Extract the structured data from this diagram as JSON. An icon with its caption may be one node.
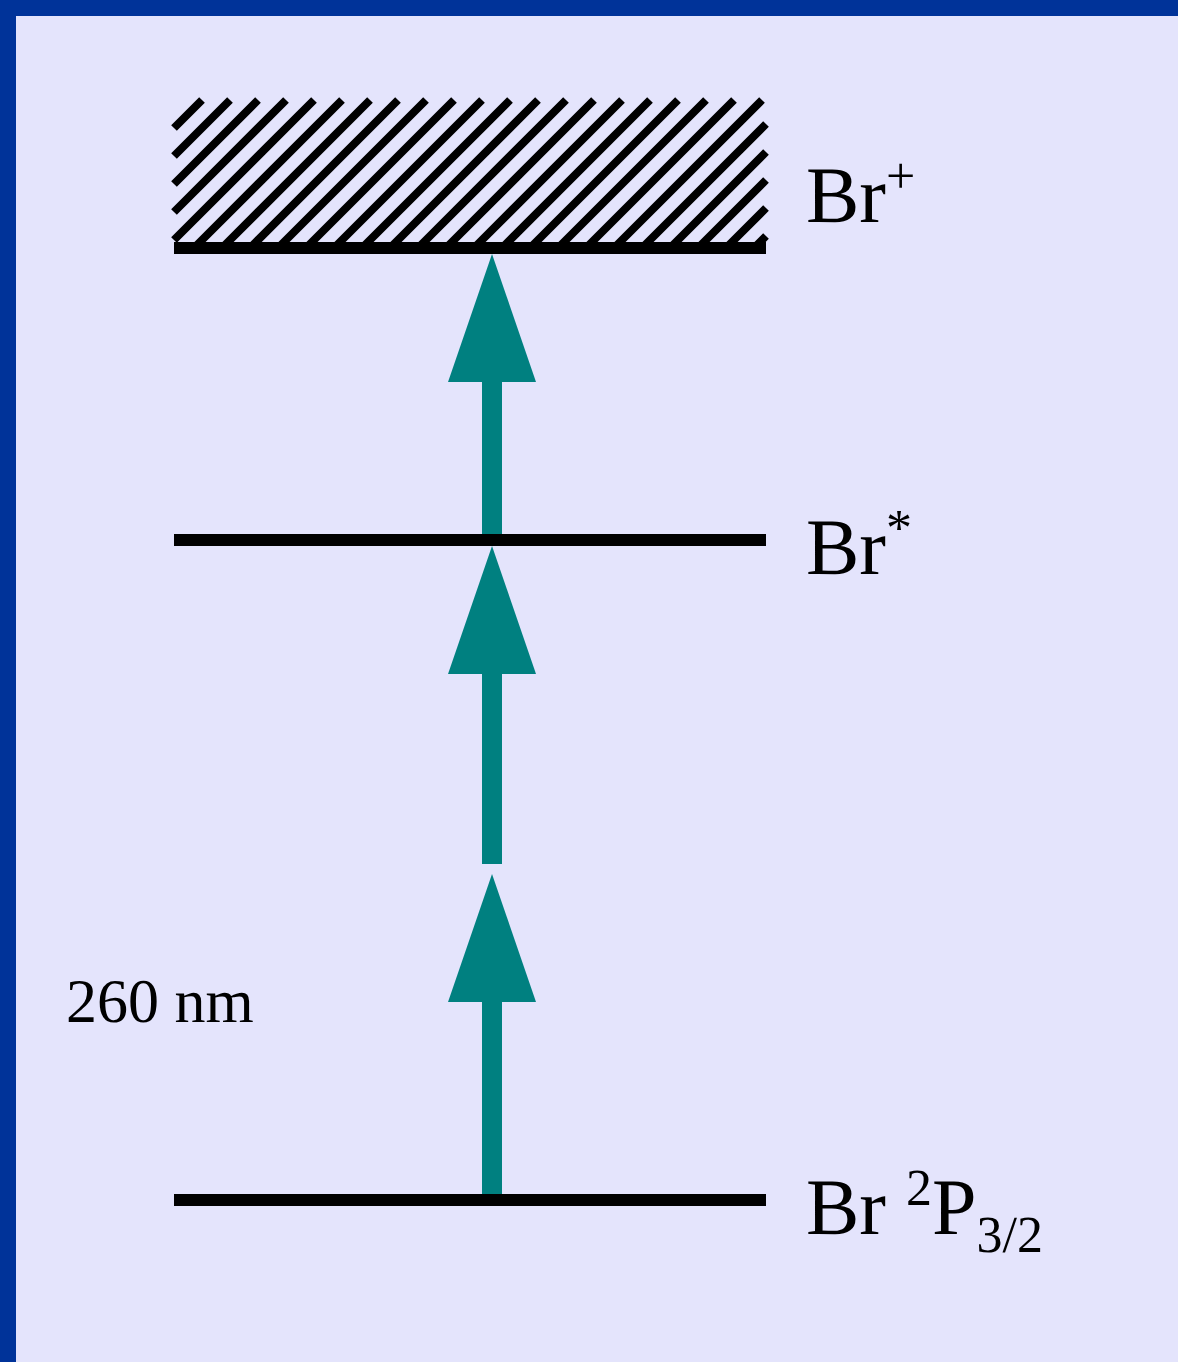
{
  "diagram": {
    "nodes": [
      {
        "text": [
          "Br$^{+}$"
        ]
      },
      {
        "text": [
          "Br$^{*}$"
        ]
      },
      {
        "text": [
          "Br $^{2}$P$_{3/2}$"
        ]
      }
    ],
    "edges": [
      {
        "from": 2,
        "to": null,
        "arrow": "to"
      },
      {
        "from": null,
        "to": 1,
        "arrow": "to"
      },
      {
        "from": 1,
        "to": 0,
        "arrow": "to"
      }
    ],
    "labels": [
      "260 nm"
    ]
  }
}
